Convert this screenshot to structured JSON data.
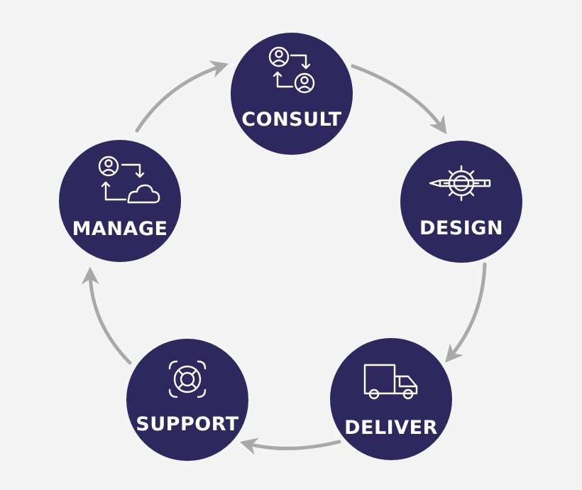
{
  "colors": {
    "background": "#f4f4f4",
    "node_fill": "#2f285f",
    "arrow": "#a9a9a9",
    "text": "#ffffff"
  },
  "stages": [
    {
      "id": "consult",
      "label": "CONSULT",
      "icon": "people-exchange-icon"
    },
    {
      "id": "design",
      "label": "DESIGN",
      "icon": "gear-pencil-icon"
    },
    {
      "id": "deliver",
      "label": "DELIVER",
      "icon": "truck-icon"
    },
    {
      "id": "support",
      "label": "SUPPORT",
      "icon": "lifebuoy-icon"
    },
    {
      "id": "manage",
      "label": "MANAGE",
      "icon": "person-cloud-icon"
    }
  ]
}
